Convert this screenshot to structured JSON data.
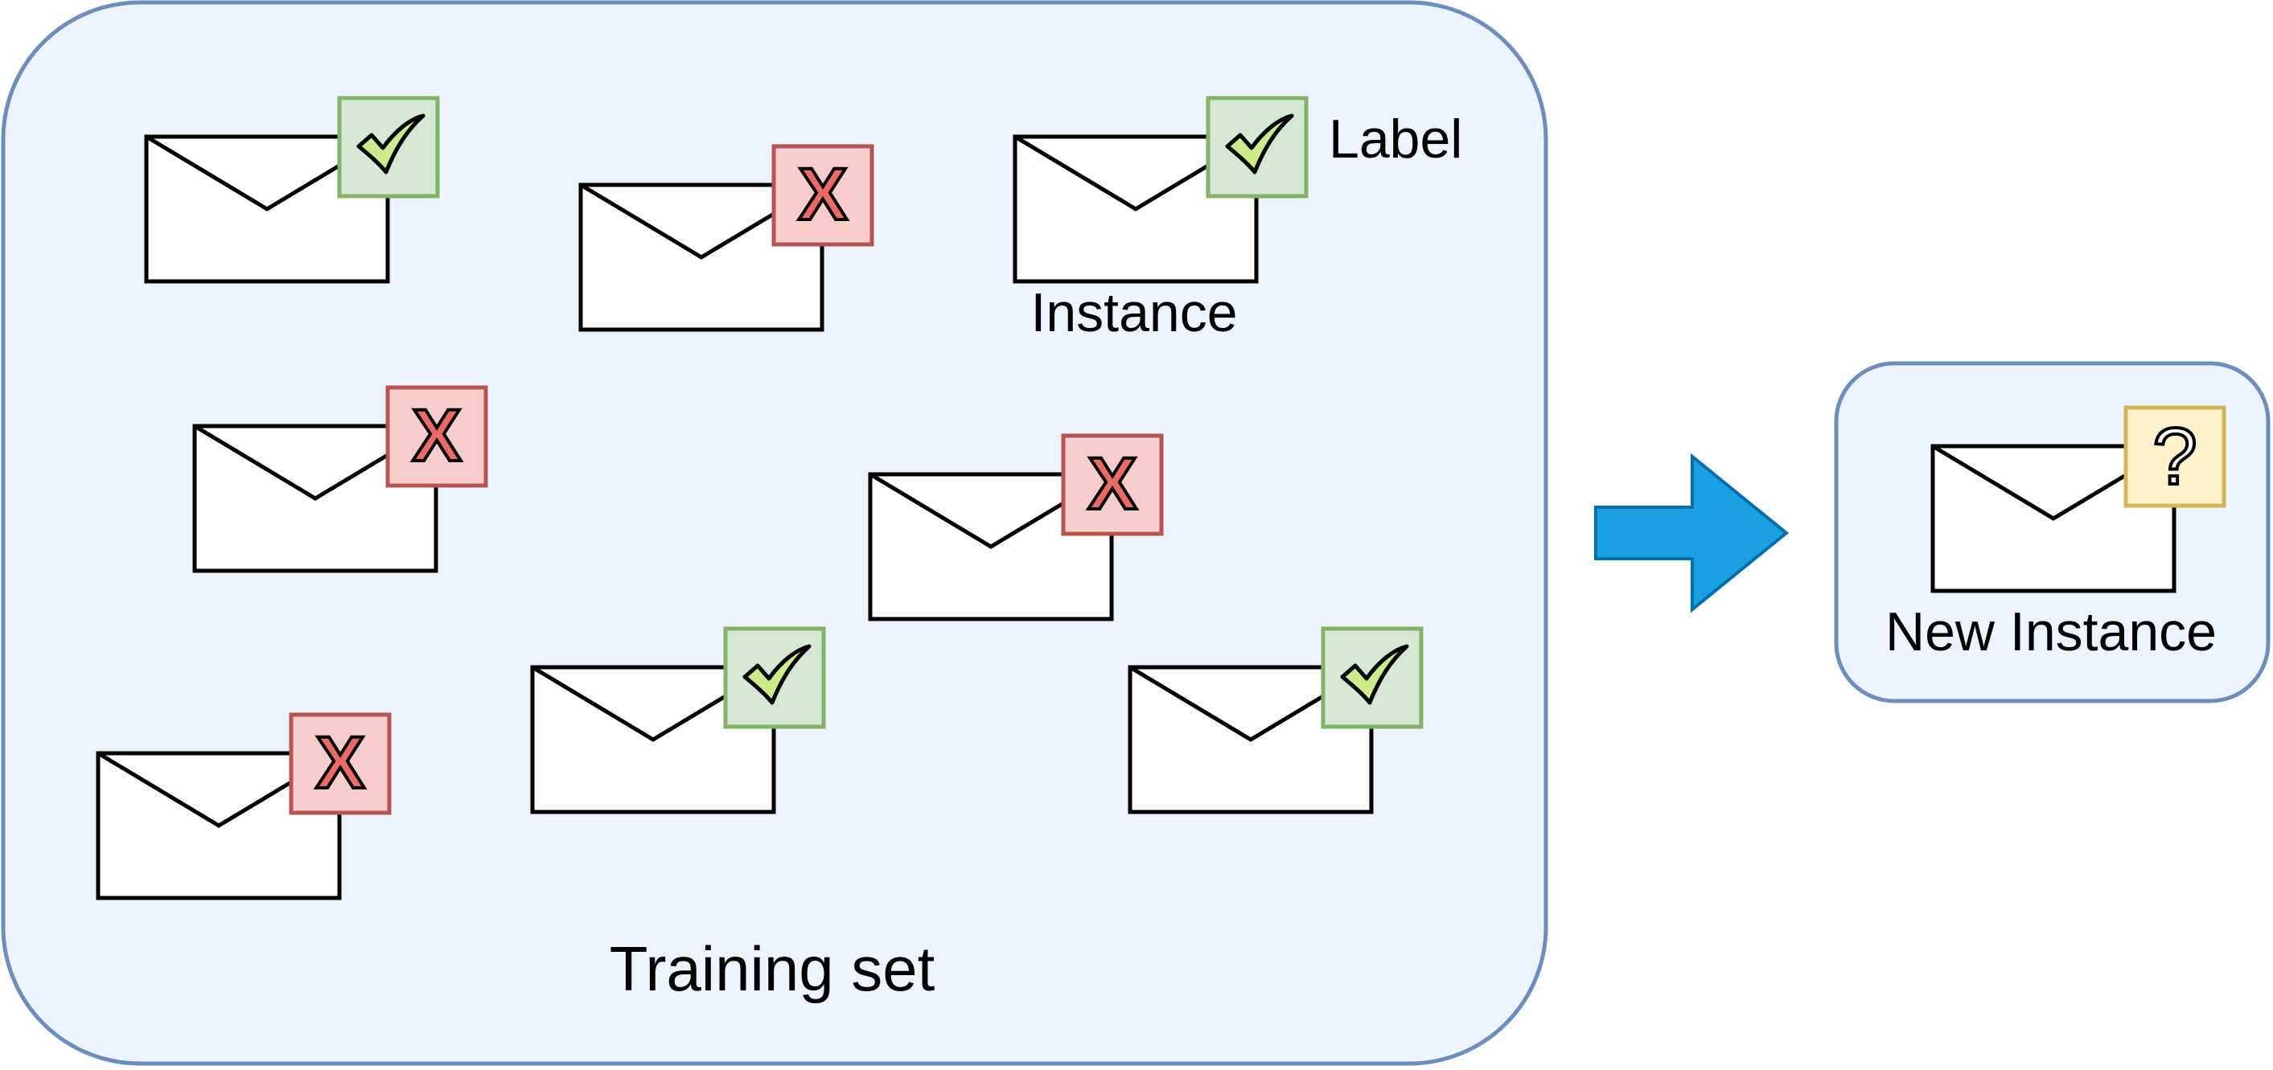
{
  "training_set": {
    "label": "Training set",
    "annotation_label": "Label",
    "annotation_instance": "Instance",
    "instances": [
      {
        "label": "check"
      },
      {
        "label": "cross"
      },
      {
        "label": "check"
      },
      {
        "label": "cross"
      },
      {
        "label": "cross"
      },
      {
        "label": "check"
      },
      {
        "label": "check"
      },
      {
        "label": "cross"
      }
    ]
  },
  "new_instance": {
    "label": "New Instance",
    "badge": "?"
  },
  "colors": {
    "panel_fill": "#eef4fd",
    "panel_stroke": "#6c8ebf",
    "check_fill": "#d5e8d4",
    "check_stroke": "#82b366",
    "check_mark": "#cdeb8b",
    "cross_fill": "#f8cecc",
    "cross_stroke": "#b85450",
    "cross_mark": "#ea6b66",
    "unknown_fill": "#fff2cc",
    "unknown_stroke": "#d6b656",
    "arrow_fill": "#1ba1e2",
    "arrow_stroke": "#006eaf"
  },
  "icons": {
    "envelope": "envelope-icon",
    "check": "check-icon",
    "cross": "cross-icon",
    "question": "question-icon",
    "arrow": "arrow-right-icon"
  }
}
